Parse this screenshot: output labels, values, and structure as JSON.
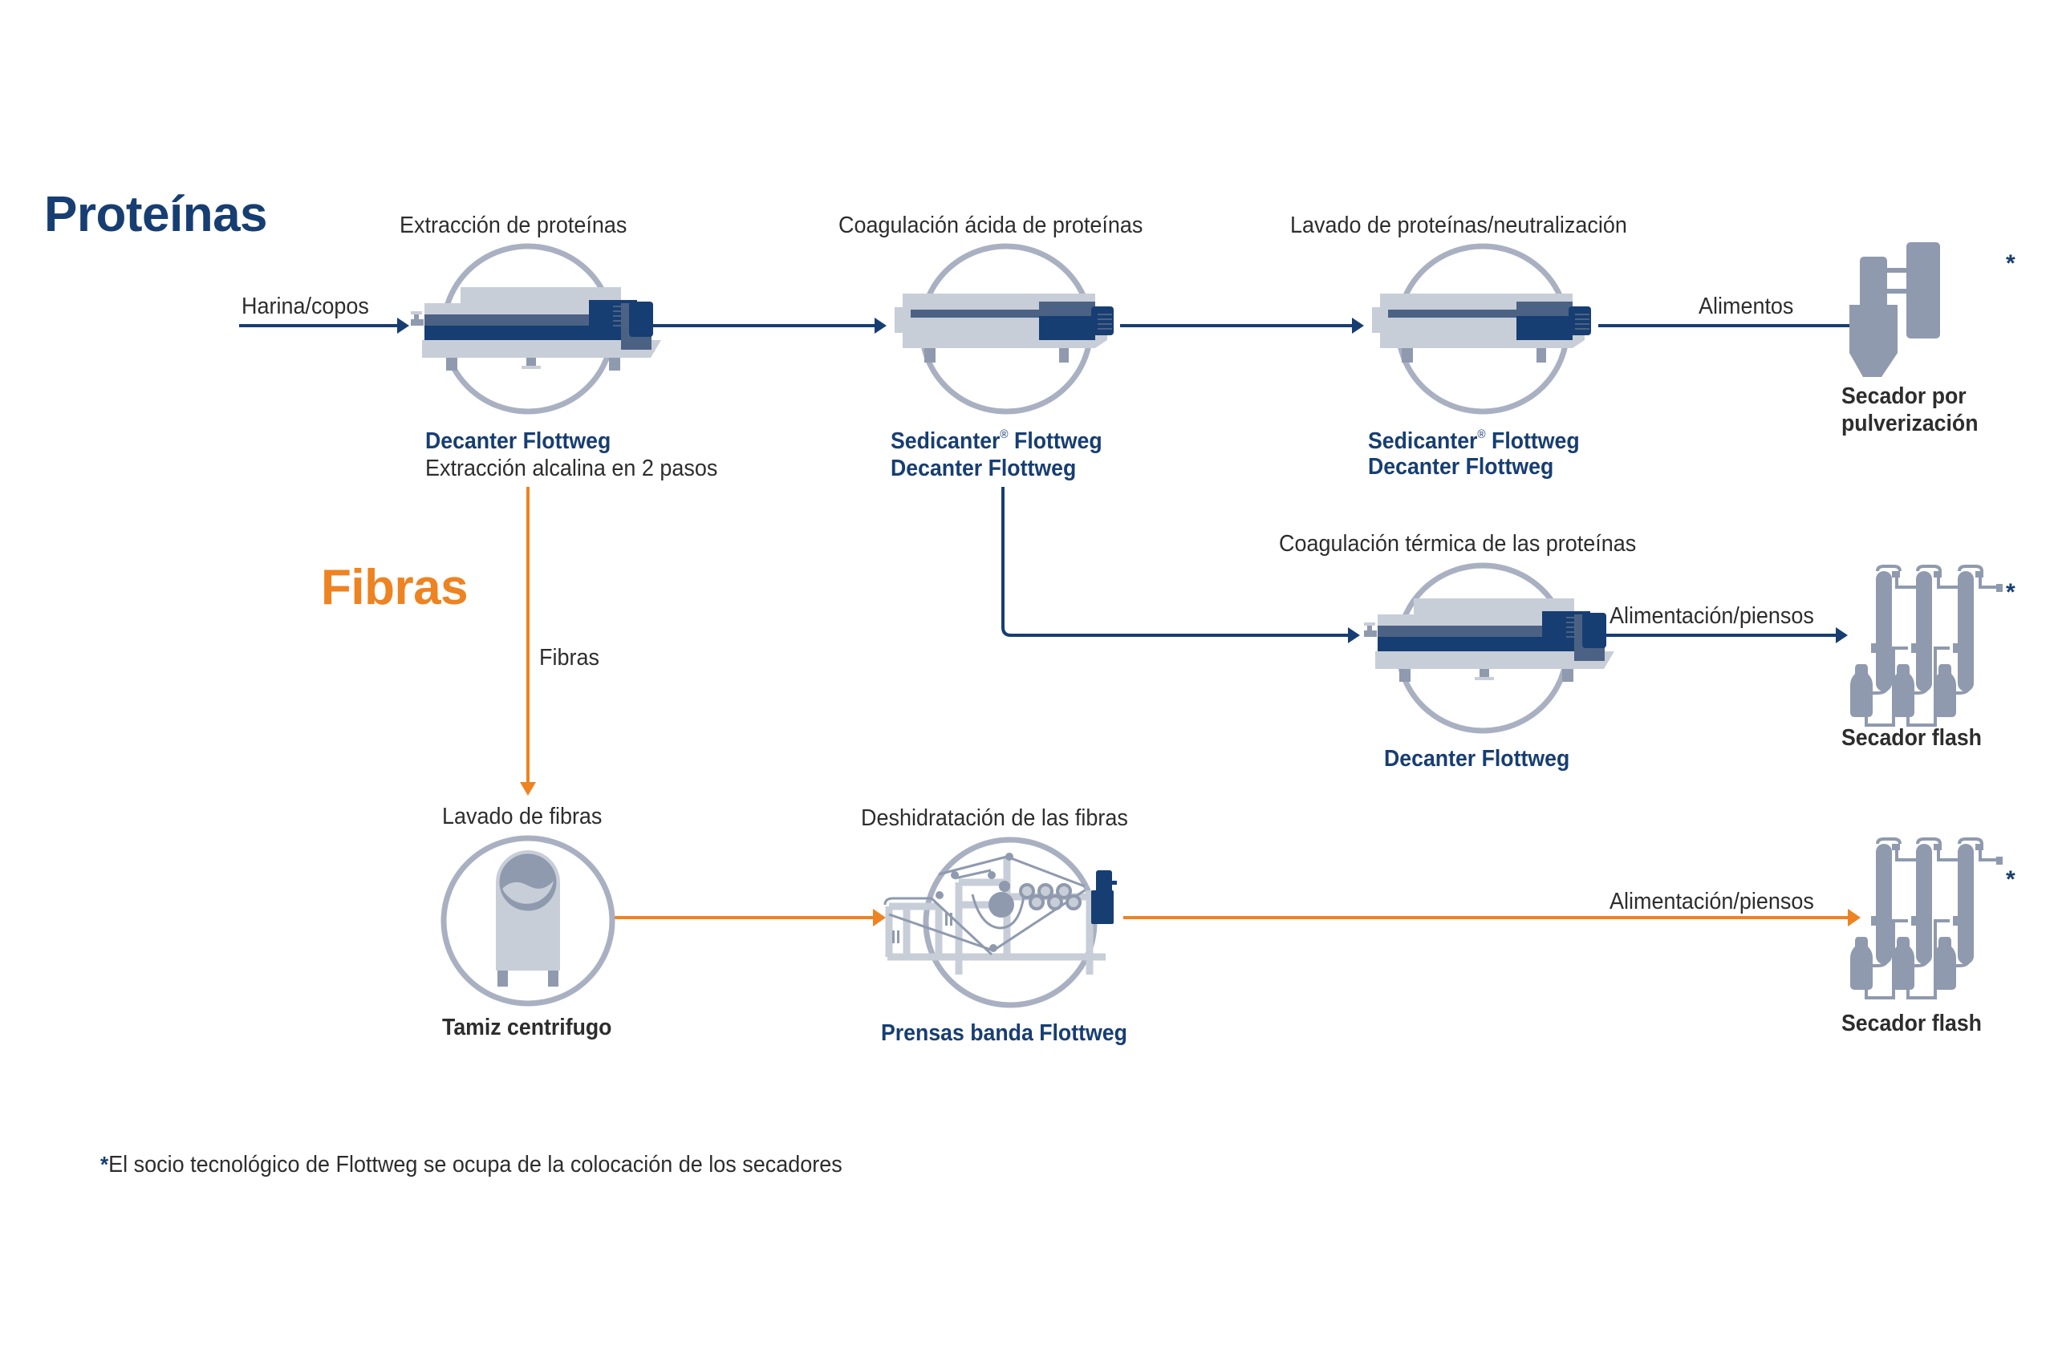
{
  "colors": {
    "protein_blue": "#173e72",
    "fiber_orange": "#ee8321",
    "equipment_light": "#c8ced8",
    "equipment_mid": "#4c6284",
    "equipment_gray": "#8f9aae",
    "circle_gray": "#a9b0c2",
    "text": "#2d2d2d"
  },
  "sections": {
    "proteins": "Proteínas",
    "fibers": "Fibras"
  },
  "protein_line": {
    "input_label": "Harina/copos",
    "steps": [
      {
        "title": "Extracción de proteínas",
        "equipment_icon": "decanter-icon",
        "equipment": [
          "Decanter Flottweg"
        ],
        "note": "Extracción alcalina en 2 pasos"
      },
      {
        "title": "Coagulación ácida de proteínas",
        "equipment_icon": "sedicanter-icon",
        "equipment": [
          "Sedicanter",
          "Flottweg",
          "Decanter Flottweg"
        ],
        "registered_mark": "®"
      },
      {
        "title": "Lavado de proteínas/neutralización",
        "equipment_icon": "sedicanter-icon",
        "equipment": [
          "Sedicanter",
          "Flottweg",
          "Decanter Flottweg"
        ],
        "registered_mark": "®"
      }
    ],
    "output_label": "Alimentos",
    "dryer": {
      "icon": "spray-dryer-icon",
      "label_line1": "Secador por",
      "label_line2": "pulverización",
      "note_marker": "*"
    }
  },
  "thermal_line": {
    "title": "Coagulación térmica de las proteínas",
    "equipment_icon": "decanter-icon",
    "equipment": "Decanter Flottweg",
    "output_label": "Alimentación/piensos",
    "dryer": {
      "icon": "flash-dryer-icon",
      "label": "Secador flash",
      "note_marker": "*"
    }
  },
  "fiber_line": {
    "input_label": "Fibras",
    "steps": [
      {
        "title": "Lavado de fibras",
        "equipment_icon": "centrifugal-sieve-icon",
        "equipment": "Tamiz centrifugo"
      },
      {
        "title": "Deshidratación de las fibras",
        "equipment_icon": "belt-press-icon",
        "equipment": "Prensas banda Flottweg"
      }
    ],
    "output_label": "Alimentación/piensos",
    "dryer": {
      "icon": "flash-dryer-icon",
      "label": "Secador flash",
      "note_marker": "*"
    }
  },
  "footnote": {
    "marker": "*",
    "text": "El socio tecnológico de Flottweg se ocupa de la colocación de los secadores"
  }
}
